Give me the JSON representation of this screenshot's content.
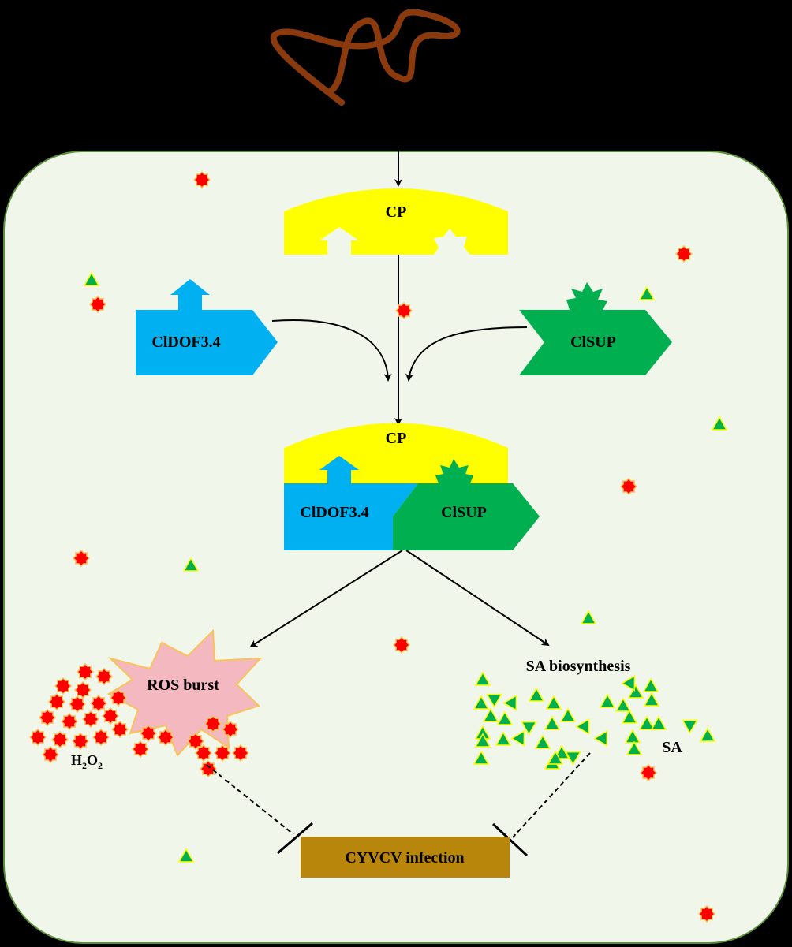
{
  "cp_top_label": "CP",
  "dof_label": "ClDOF3.4",
  "sup_label": "ClSUP",
  "cp_complex_label": "CP",
  "complex_dof_label": "ClDOF3.4",
  "complex_sup_label": "ClSUP",
  "ros_label": "ROS burst",
  "h2o2_label": {
    "h": "H",
    "sub2a": "2",
    "o": "O",
    "sub2b": "2"
  },
  "sa_bio_label": "SA biosynthesis",
  "sa_label": "SA",
  "infection_label": "CYVCV infection",
  "colors": {
    "cell_fill": "#f0f6ea",
    "cell_stroke": "#5b8f3a",
    "virus": "#8b3a0e",
    "cp": "#ffff00",
    "dof": "#00b0f0",
    "sup": "#00b050",
    "ros_fill": "#f4b8c0",
    "ros_stroke": "#f7c35a",
    "h2o2": "#ff0000",
    "sa": "#00b050",
    "infection": "#b8860b"
  }
}
